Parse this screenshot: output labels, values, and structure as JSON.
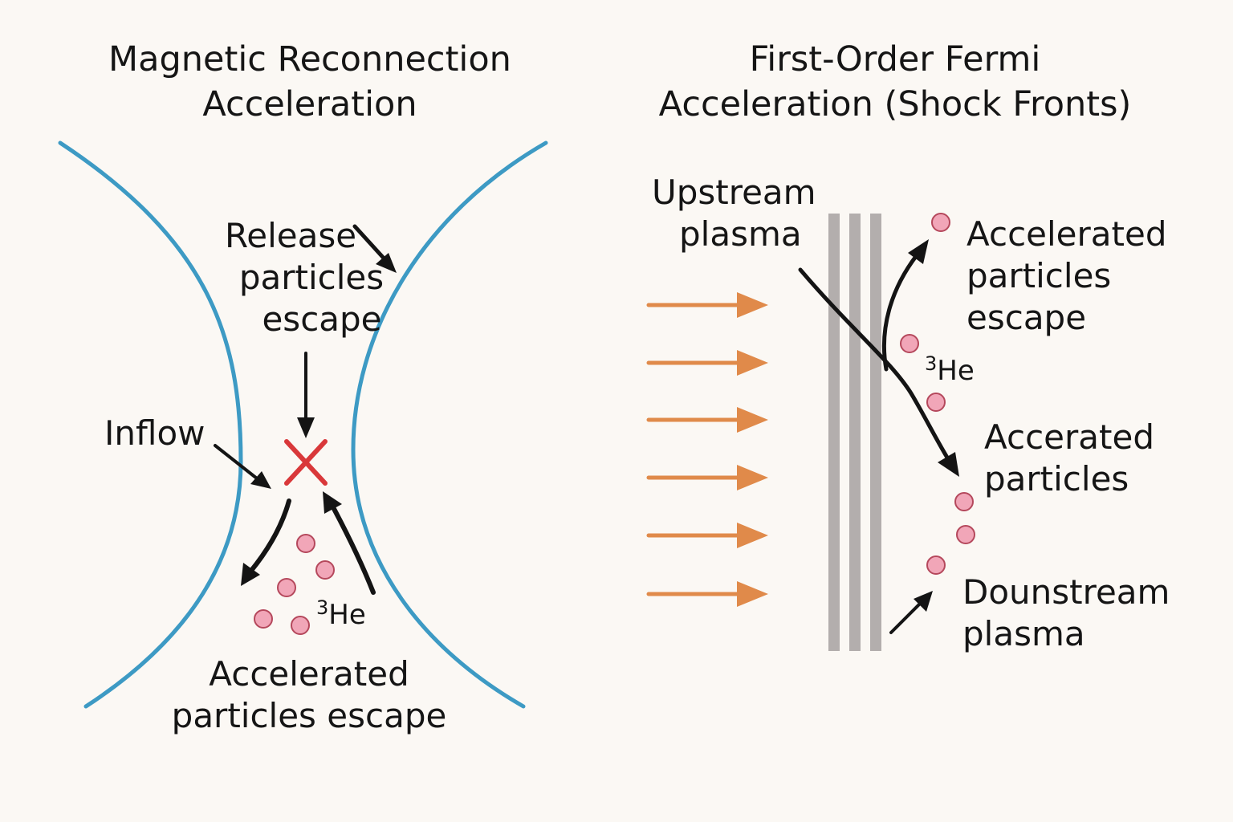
{
  "colors": {
    "background": "#fbf8f4",
    "field_line": "#3d9ac4",
    "x_point": "#d9383a",
    "arrow": "#141414",
    "plasma_arrow": "#e08a4a",
    "shock_front": "#b3aead",
    "particle_fill": "#f1a6b8",
    "particle_stroke": "#b5485c"
  },
  "left_panel": {
    "title_line1": "Magnetic Reconnection",
    "title_line2": "Acceleration",
    "release_line1": "Release",
    "release_line2": "particles",
    "release_line3": "escape",
    "inflow": "Inflow",
    "he_mass": "3",
    "he_symbol": "He",
    "accelerated_line1": "Accelerated",
    "accelerated_line2": "particles escape",
    "x_point_icon": "x-mark-icon"
  },
  "right_panel": {
    "title_line1": "First-Order Fermi",
    "title_line2": "Acceleration (Shock Fronts)",
    "upstream_line1": "Upstream",
    "upstream_line2": "plasma",
    "accel_escape_line1": "Accelerated",
    "accel_escape_line2": "particles",
    "accel_escape_line3": "escape",
    "he_mass": "3",
    "he_symbol": "He",
    "accerated_line1": "Accerated",
    "accerated_line2": "particles",
    "downstream_line1": "Dounstream",
    "downstream_line2": "plasma"
  }
}
